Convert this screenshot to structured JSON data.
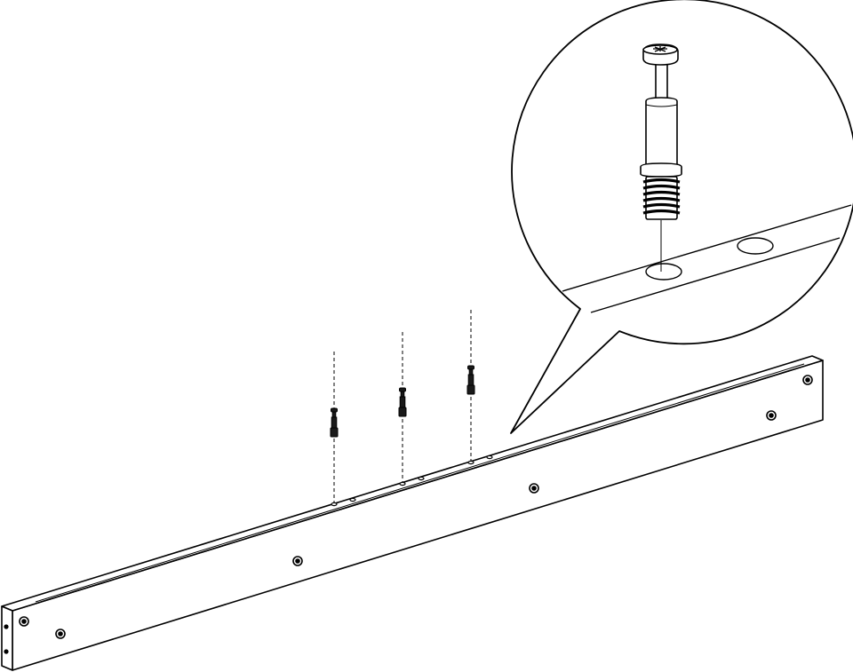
{
  "diagram": {
    "type": "assembly-instruction",
    "step_caption": "",
    "colors": {
      "line": "#000000",
      "fill": "#ffffff",
      "screw_fill": "#1a1a1a"
    },
    "parts": {
      "rail": "rail-board",
      "fastener": "cam-bolt",
      "fastener_count": 3,
      "detail_view": "magnified-callout"
    }
  }
}
